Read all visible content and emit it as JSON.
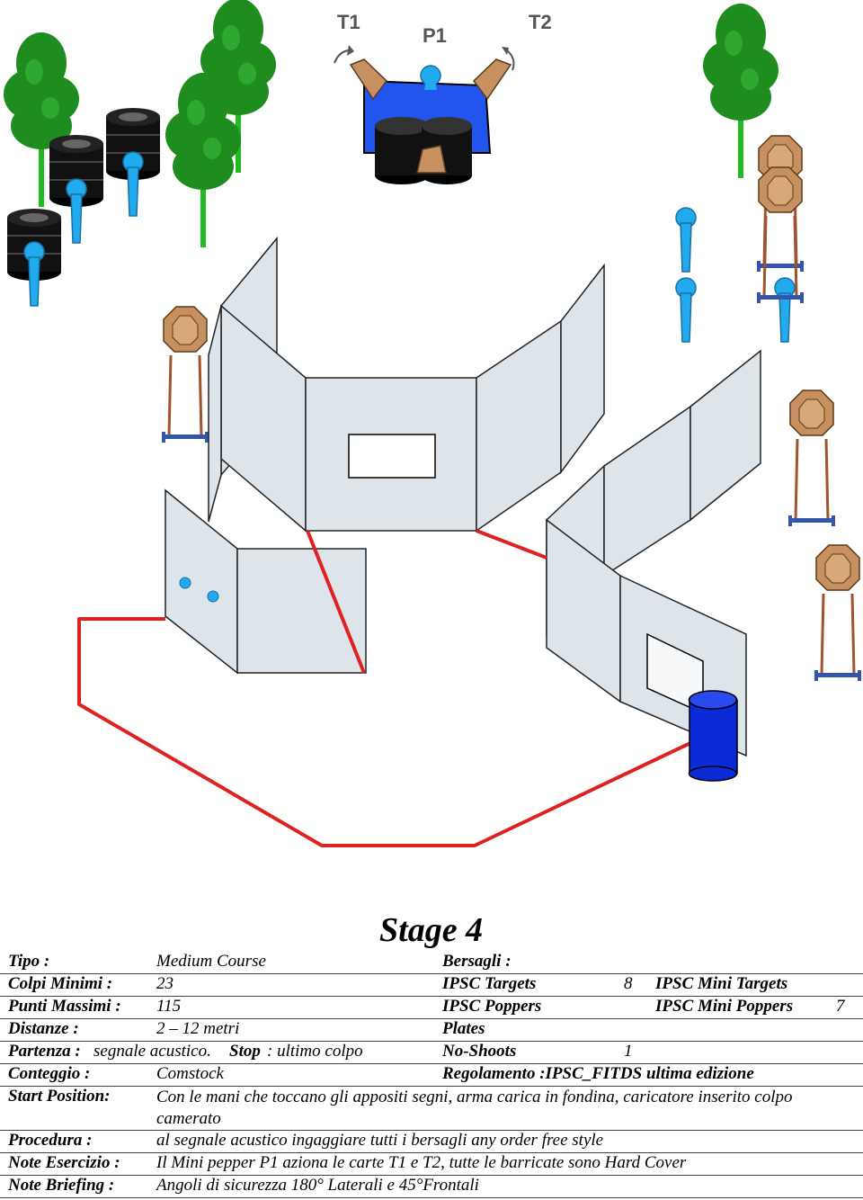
{
  "diagram": {
    "target_labels": {
      "t1": "T1",
      "p1": "P1",
      "t2": "T2"
    }
  },
  "stage": {
    "title": "Stage 4"
  },
  "info": {
    "tipo": {
      "label": "Tipo :",
      "value": "Medium Course"
    },
    "bersagli": {
      "label": "Bersagli :"
    },
    "colpi": {
      "label": "Colpi Minimi :",
      "value": "23"
    },
    "ipsc_targets": {
      "label": "IPSC Targets",
      "value": "8"
    },
    "ipsc_mini_targets": {
      "label": "IPSC Mini Targets"
    },
    "punti": {
      "label": "Punti Massimi :",
      "value": "115"
    },
    "ipsc_poppers": {
      "label": "IPSC Poppers"
    },
    "ipsc_mini_poppers": {
      "label": "IPSC Mini Poppers",
      "value": "7"
    },
    "distanze": {
      "label": "Distanze :",
      "value": "2 – 12  metri"
    },
    "plates": {
      "label": "Plates"
    },
    "partenza": {
      "label": "Partenza :",
      "value": "segnale acustico.",
      "stop_label": "Stop",
      "stop_value": ": ultimo colpo"
    },
    "no_shoots": {
      "label": "No-Shoots",
      "value": "1"
    },
    "conteggio": {
      "label": "Conteggio :",
      "value": "Comstock"
    },
    "regolamento": {
      "label": "Regolamento :IPSC_FITDS ultima edizione"
    },
    "start_position": {
      "label": "Start Position:",
      "value": "Con le mani che toccano gli appositi segni, arma carica in fondina, caricatore inserito colpo camerato"
    },
    "procedura": {
      "label": "Procedura :",
      "value": "al segnale acustico ingaggiare tutti i bersagli any order free style"
    },
    "note_esercizio": {
      "label": "Note Esercizio :",
      "value": "Il Mini pepper P1 aziona le carte T1 e T2, tutte le barricate sono Hard Cover"
    },
    "note_briefing": {
      "label": "Note Briefing :",
      "value": "Angoli di sicurezza 180° Laterali e 45°Frontali"
    }
  }
}
